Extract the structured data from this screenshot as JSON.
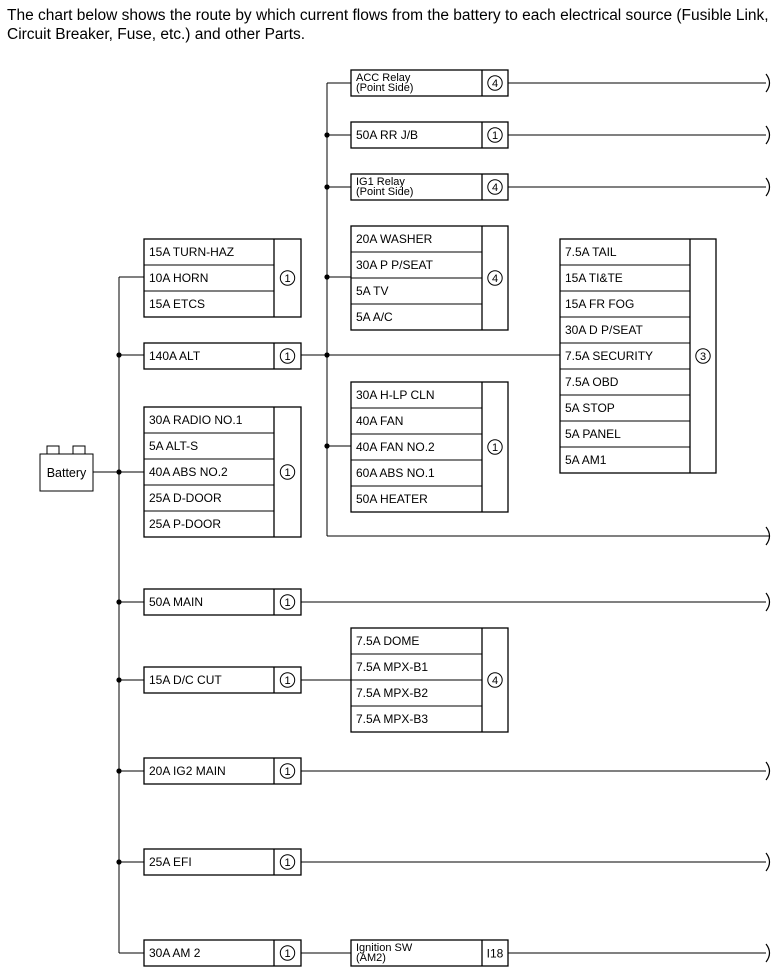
{
  "intro_text": "The chart below shows the route by which current flows from the battery to each electrical source (Fusible Link, Circuit Breaker, Fuse, etc.) and other Parts.",
  "battery": {
    "label": "Battery"
  },
  "groups": [
    {
      "id": "acc-relay",
      "items": [
        "ACC Relay",
        "(Point Side)"
      ],
      "badge": "4"
    },
    {
      "id": "rr-jb",
      "items": [
        "50A RR J/B"
      ],
      "badge": "1"
    },
    {
      "id": "ig1-relay",
      "items": [
        "IG1 Relay",
        "(Point Side)"
      ],
      "badge": "4"
    },
    {
      "id": "washer-block",
      "items": [
        "20A WASHER",
        "30A P P/SEAT",
        "5A TV",
        "5A A/C"
      ],
      "badge": "4"
    },
    {
      "id": "turn-haz-block",
      "items": [
        "15A TURN-HAZ",
        "10A HORN",
        "15A ETCS"
      ],
      "badge": "1"
    },
    {
      "id": "tail-block",
      "items": [
        "7.5A TAIL",
        "15A TI&TE",
        "15A FR FOG",
        "30A D P/SEAT",
        "7.5A SECURITY",
        "7.5A OBD",
        "5A STOP",
        "5A PANEL",
        "5A AM1"
      ],
      "badge": "3"
    },
    {
      "id": "alt",
      "items": [
        "140A ALT"
      ],
      "badge": "1"
    },
    {
      "id": "hlp-block",
      "items": [
        "30A H-LP CLN",
        "40A FAN",
        "40A FAN NO.2",
        "60A ABS NO.1",
        "50A HEATER"
      ],
      "badge": "1"
    },
    {
      "id": "radio-block",
      "items": [
        "30A RADIO NO.1",
        "5A ALT-S",
        "40A ABS NO.2",
        "25A D-DOOR",
        "25A P-DOOR"
      ],
      "badge": "1"
    },
    {
      "id": "main",
      "items": [
        "50A MAIN"
      ],
      "badge": "1"
    },
    {
      "id": "dc-cut",
      "items": [
        "15A D/C CUT"
      ],
      "badge": "1"
    },
    {
      "id": "dome-block",
      "items": [
        "7.5A DOME",
        "7.5A MPX-B1",
        "7.5A MPX-B2",
        "7.5A MPX-B3"
      ],
      "badge": "4"
    },
    {
      "id": "ig2-main",
      "items": [
        "20A IG2 MAIN"
      ],
      "badge": "1"
    },
    {
      "id": "efi",
      "items": [
        "25A EFI"
      ],
      "badge": "1"
    },
    {
      "id": "am2",
      "items": [
        "30A AM 2"
      ],
      "badge": "1"
    },
    {
      "id": "ignition-sw",
      "items": [
        "Ignition SW",
        "(AM2)"
      ],
      "badge": "I18",
      "badge_style": "plain"
    }
  ]
}
